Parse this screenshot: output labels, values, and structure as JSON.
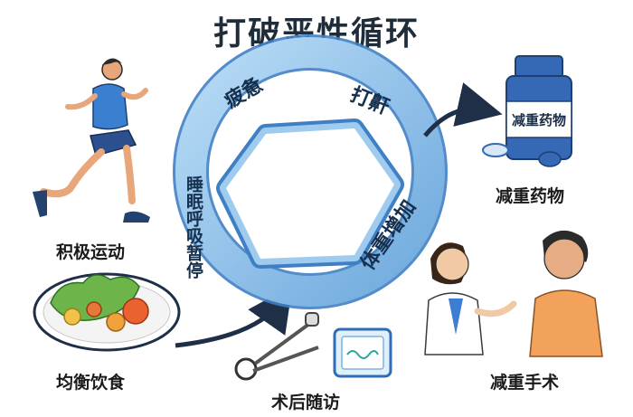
{
  "title": "打破恶性循环",
  "cycle": {
    "links": [
      "疲惫",
      "打鼾",
      "体重增加",
      "睡眠呼吸暂停"
    ]
  },
  "interventions": {
    "exercise": "积极运动",
    "diet": "均衡饮食",
    "followup": "术后随访",
    "medication": "减重药物",
    "surgery": "减重手术"
  },
  "bottle_label": "减重药物",
  "colors": {
    "chain_fill": "#8fc3ec",
    "chain_stroke": "#3f7fc4",
    "arrow": "#1f2f48",
    "bottle_blue": "#3568b5"
  }
}
